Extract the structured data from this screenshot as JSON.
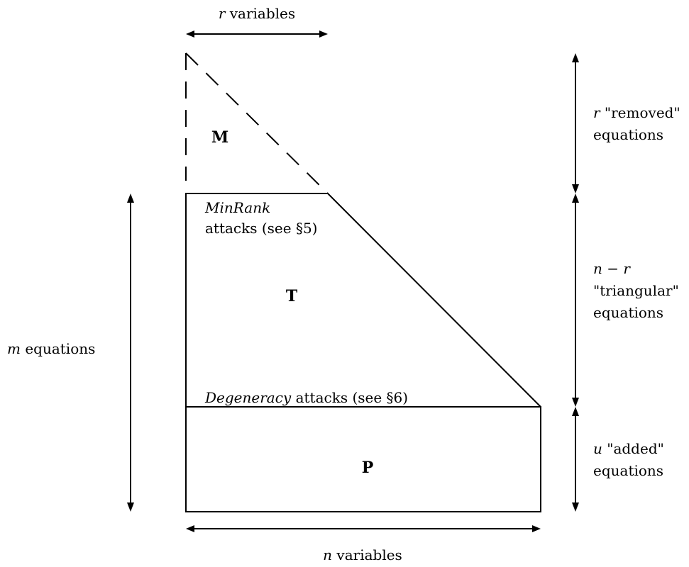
{
  "top": {
    "var": "r",
    "label": " variables"
  },
  "bottom": {
    "var": "n",
    "label": " variables"
  },
  "left": {
    "var": "m",
    "label": " equations"
  },
  "right": {
    "removed": {
      "line1_var": "r",
      "line1": " \"removed\"",
      "line2": "equations"
    },
    "triangular": {
      "line1": "n − r",
      "line2": "\"triangular\"",
      "line3": "equations"
    },
    "added": {
      "line1_var": "u",
      "line1": " \"added\"",
      "line2": "equations"
    }
  },
  "blocks": {
    "M": "M",
    "T": "T",
    "P": "P"
  },
  "annotations": {
    "minrank_italic": "MinRank",
    "minrank_rest": "attacks (see §5)",
    "degeneracy_italic": "Degeneracy",
    "degeneracy_rest": " attacks (see §6)"
  }
}
